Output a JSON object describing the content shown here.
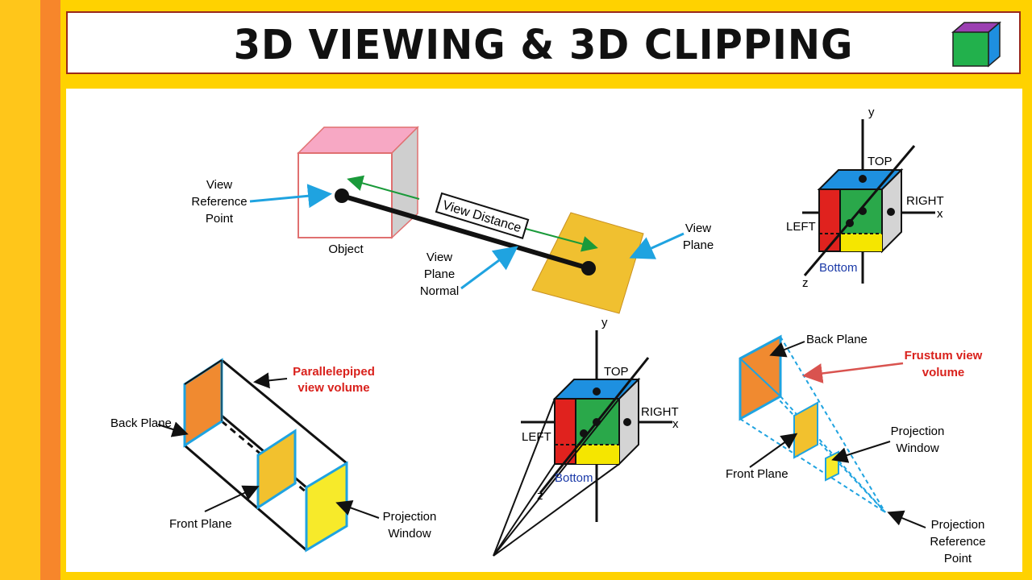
{
  "title": "3D VIEWING & 3D CLIPPING",
  "colors": {
    "background": "#ffd200",
    "stripe_orange": "#f7862b",
    "arrow_blue": "#1fa3e0",
    "label_red": "#d9211c",
    "cube_top": "#1e90e0",
    "cube_front": "#2aa84a",
    "cube_left": "#e0221e",
    "cube_bottom": "#f5e600",
    "cube_right": "#d4d4d4",
    "plane_orange": "#f08a30",
    "plane_gold": "#f2c12e",
    "plane_yellow": "#f7ea2a"
  },
  "icons": [
    "cube-icon"
  ],
  "diagram1": {
    "view_reference_point": [
      "View",
      "Reference",
      "Point"
    ],
    "object": "Object",
    "view_distance": "View Distance",
    "view_plane_normal": [
      "View",
      "Plane",
      "Normal"
    ],
    "view_plane": [
      "View",
      "Plane"
    ]
  },
  "cube_axes": {
    "y": "y",
    "x": "x",
    "z": "z",
    "top": "TOP",
    "right": "RIGHT",
    "left": "LEFT",
    "bottom": "Bottom"
  },
  "parallel": {
    "volume_label": [
      "Parallelepiped",
      "view volume"
    ],
    "back_plane": "Back Plane",
    "front_plane": "Front Plane",
    "projection_window": [
      "Projection",
      "Window"
    ]
  },
  "frustum": {
    "back_plane": "Back Plane",
    "volume_label": [
      "Frustum view",
      "volume"
    ],
    "projection_window": [
      "Projection",
      "Window"
    ],
    "front_plane": "Front Plane",
    "projection_reference_point": [
      "Projection",
      "Reference",
      "Point"
    ]
  }
}
